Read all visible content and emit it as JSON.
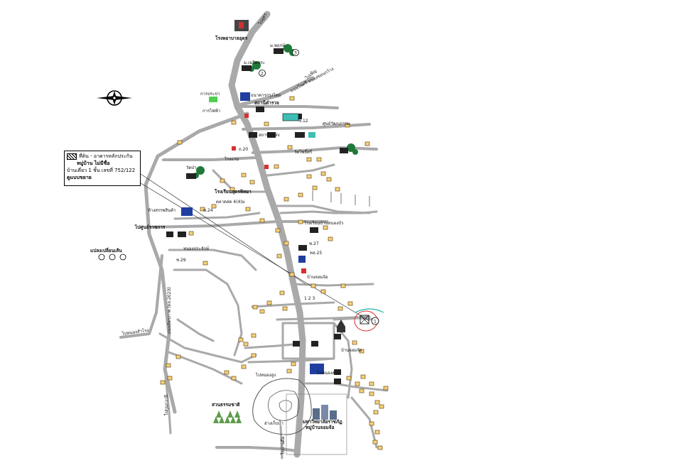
{
  "legend": {
    "line1": "ที่ดิน - อาคารหลักประกัน",
    "line2": "หมู่บ้าน ไม่มีชื่อ",
    "line3": "บ้านเดี่ยว 1 ชั้น เลขที่ 752/122",
    "line4": "ดูแบบขยาย"
  },
  "labels": {
    "hospital": "โรงพยาบาลอุดร",
    "to_udon": "ไปอุดร",
    "market": "ม.พฤกษ์",
    "tamnak": "ม.เฉลิมพระ",
    "to_phen": "ไปเพ็ญ",
    "to_nongkhai": "ไปหนองคาย",
    "road_15": "ถนนโพศรี-หนองขอนกว้าง",
    "police": "สถานีตำรวจ",
    "school_main": "โรงเรียนอุดรพิทยา",
    "market_44": "ตลาดสด 4(4)ม",
    "soi_24": "ซ.24",
    "government": "ไปศูนย์ราชการ",
    "branch_map": "แปลงเปลี่ยนเส้น",
    "circles": "1 2 3",
    "nongprajak": "หนองประจักษ์",
    "hwy_2023": "ถนนมิตรภาพ (ทล.2023)",
    "to_nongsamrong": "ไปหนองสำโรง",
    "to_kumphawapi": "ไปกุมภวาปี",
    "nature": "สวนธรรมชาติ",
    "pond": "อ่างเก็บน้ำ",
    "university": "มหาวิทยาลัยราชภัฏ",
    "university2": "หมู่บ้านจอมจ้อ",
    "to_banphue": "ไปบ้านผือ",
    "water_office": "การประปา",
    "electric": "การไฟฟ้า",
    "wat": "วัดโพธิ์ศรี",
    "jomjo": "บ้านจอมจ้อ",
    "station": "สถานีขนส่ง",
    "soi_29": "ซ.29",
    "soi_20": "ถ.20",
    "soi_27": "ซ.27",
    "no1": "1",
    "no2": "2",
    "no3": "3",
    "bank": "ธนาคารกรุงไทย",
    "temple_east": "วัดป่า",
    "school_east": "โรงเรียนบ้านหนองบัว",
    "hwy_25": "ทล.25",
    "cultural": "ศูนย์วัฒนธรรม",
    "supermarket": "ห้างสรรพสินค้า",
    "hotel": "โรงแรม",
    "soi_12": "ซ.12",
    "to_nongsung": "ไปหนองสูง"
  },
  "icons": {
    "north_arrow": "compass-rose-icon",
    "tree": "tree-icon",
    "house": "house-icon",
    "building": "building-icon",
    "flag": "flag-icon",
    "church": "church-icon"
  },
  "colors": {
    "road": "#a9a9a9",
    "tree": "#1f7a3a",
    "building_blue": "#1f3fa0",
    "house": "#8b6b2e",
    "accent_cyan": "#3fbfb5",
    "accent_red": "#d83030"
  }
}
